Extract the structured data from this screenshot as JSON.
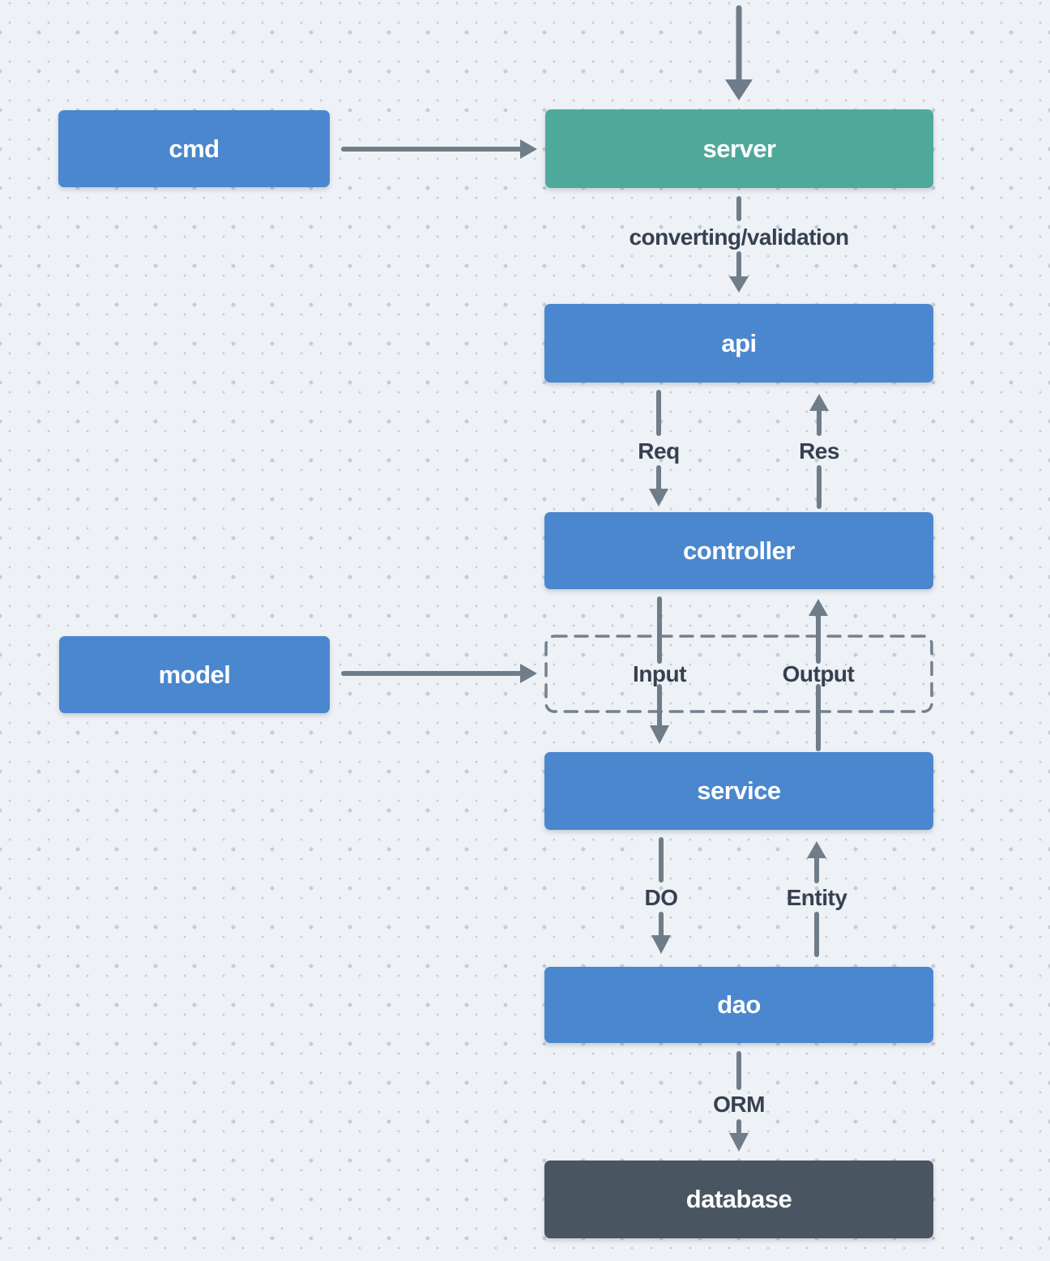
{
  "diagram": {
    "nodes": [
      {
        "id": "cmd",
        "label": "cmd",
        "color_role": "blue"
      },
      {
        "id": "server",
        "label": "server",
        "color_role": "teal"
      },
      {
        "id": "api",
        "label": "api",
        "color_role": "blue"
      },
      {
        "id": "controller",
        "label": "controller",
        "color_role": "blue"
      },
      {
        "id": "model",
        "label": "model",
        "color_role": "blue"
      },
      {
        "id": "service",
        "label": "service",
        "color_role": "blue"
      },
      {
        "id": "dao",
        "label": "dao",
        "color_role": "blue"
      },
      {
        "id": "database",
        "label": "database",
        "color_role": "dark"
      }
    ],
    "edge_labels": {
      "converting": "converting/validation",
      "req": "Req",
      "res": "Res",
      "input": "Input",
      "output": "Output",
      "do": "DO",
      "entity": "Entity",
      "orm": "ORM"
    },
    "colors": {
      "background": "#eef1f5",
      "dot_small": "#c4cad4",
      "dot_large": "#c6cbdb",
      "node_blue": "#4a87ce",
      "node_teal": "#4fa99b",
      "node_dark": "#495561",
      "arrow": "#6f7d8a",
      "dashed_border": "#74818e",
      "edge_label_text": "#364050",
      "node_label_text": "#ffffff"
    }
  }
}
